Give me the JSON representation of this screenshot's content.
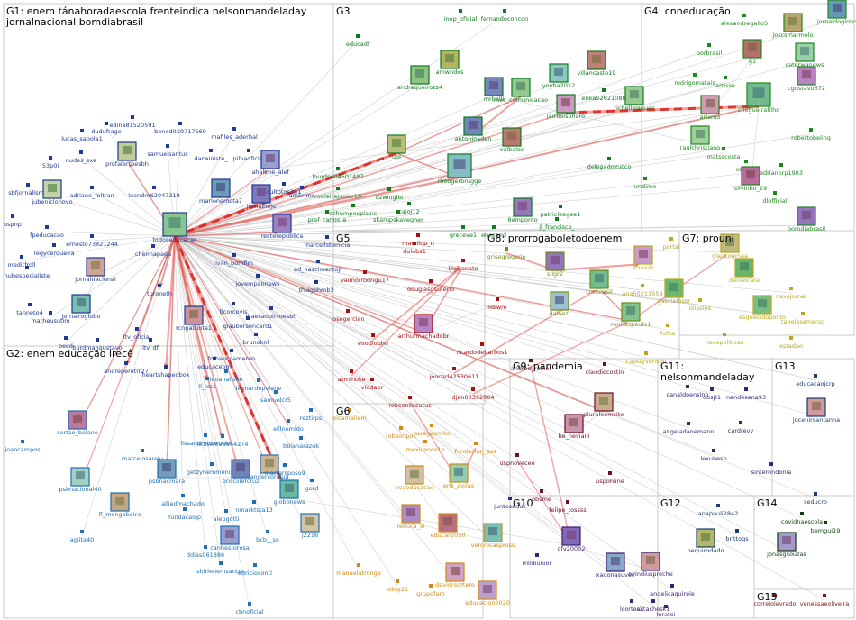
{
  "groups": [
    {
      "id": "G1",
      "title": "G1: enem tánahoradaescola frenteindica nelsonmandeladay",
      "title2": "jornalnacional bomdiabrasil"
    },
    {
      "id": "G2",
      "title": "G2: enem educação irecê",
      "title2": ""
    },
    {
      "id": "G3",
      "title": "G3",
      "title2": ""
    },
    {
      "id": "G4",
      "title": "G4: cnneducação",
      "title2": ""
    },
    {
      "id": "G5",
      "title": "G5",
      "title2": ""
    },
    {
      "id": "G6",
      "title": "G6",
      "title2": ""
    },
    {
      "id": "G7",
      "title": "G7: prouni",
      "title2": ""
    },
    {
      "id": "G8",
      "title": "G8: prorrogaboletodoenem",
      "title2": ""
    },
    {
      "id": "G9",
      "title": "G9: pandemia",
      "title2": ""
    },
    {
      "id": "G10",
      "title": "G10",
      "title2": ""
    },
    {
      "id": "G11",
      "title": "G11:",
      "title2": "nelsonmandeladay"
    },
    {
      "id": "G12",
      "title": "G12",
      "title2": ""
    },
    {
      "id": "G13",
      "title": "G13",
      "title2": ""
    },
    {
      "id": "G14",
      "title": "G14",
      "title2": ""
    },
    {
      "id": "G15",
      "title": "G15",
      "title2": ""
    }
  ],
  "group_colors": {
    "G1": "#1f3a93",
    "G2": "#1f6fb2",
    "G3": "#107a1e",
    "G4": "#1d8a1d",
    "G5": "#a80f12",
    "G6": "#d28a12",
    "G7": "#b8a81a",
    "G8": "#6d8f12",
    "G9": "#6a0f2b",
    "G10": "#3c1f7a",
    "G11": "#2a2a7a",
    "G12": "#1a3e6e",
    "G13": "#1a3e6e",
    "G14": "#0f3d0f",
    "G15": "#7a1818"
  },
  "nodes": [
    {
      "label": "todoseducacao",
      "group": "G1"
    },
    {
      "label": "chennapaga",
      "group": "G1"
    },
    {
      "label": "jornalnacional",
      "group": "G1"
    },
    {
      "label": "jornalhoje",
      "group": "G1"
    },
    {
      "label": "recterepublica",
      "group": "G1"
    },
    {
      "label": "profalertbesbh",
      "group": "G1"
    },
    {
      "label": "benedit19717669",
      "group": "G1"
    },
    {
      "label": "edina81520591",
      "group": "G1"
    },
    {
      "label": "dudufrage",
      "group": "G1"
    },
    {
      "label": "lucas_sabola1",
      "group": "G1"
    },
    {
      "label": "nudes_exe",
      "group": "G1"
    },
    {
      "label": "53p0i",
      "group": "G1"
    },
    {
      "label": "sbfjornalismo",
      "group": "G1"
    },
    {
      "label": "jubeniclonovo",
      "group": "G1"
    },
    {
      "label": "adriane_foltran",
      "group": "G1"
    },
    {
      "label": "leandro62047319",
      "group": "G1"
    },
    {
      "label": "samuelsantus",
      "group": "G1"
    },
    {
      "label": "darwiniste_",
      "group": "G1"
    },
    {
      "label": "mafiles_aderbal",
      "group": "G1"
    },
    {
      "label": "pilhaoficial",
      "group": "G1"
    },
    {
      "label": "marlenemota7",
      "group": "G1"
    },
    {
      "label": "uspnp",
      "group": "G1"
    },
    {
      "label": "fpeducacao",
      "group": "G1"
    },
    {
      "label": "hubespecialiste",
      "group": "G1"
    },
    {
      "label": "ernesto73821244",
      "group": "G1"
    },
    {
      "label": "regycerqueira",
      "group": "G1"
    },
    {
      "label": "meditfroll",
      "group": "G1"
    },
    {
      "label": "tanneto4",
      "group": "G1"
    },
    {
      "label": "matheusutim",
      "group": "G1"
    },
    {
      "label": "jornalroglobo",
      "group": "G1"
    },
    {
      "label": "oecd",
      "group": "G1"
    },
    {
      "label": "burdmangustavo",
      "group": "G1"
    },
    {
      "label": "turoneth",
      "group": "G1"
    },
    {
      "label": "rcnpatriota1",
      "group": "G1"
    },
    {
      "label": "ltv_oficial",
      "group": "G1"
    },
    {
      "label": "ltv_df",
      "group": "G1"
    },
    {
      "label": "andreperetrr27",
      "group": "G1"
    },
    {
      "label": "heartshapedbox",
      "group": "G1"
    },
    {
      "label": "ivan_bomfim",
      "group": "G1"
    },
    {
      "label": "jovempannews",
      "group": "G1"
    },
    {
      "label": "ltcorcovis",
      "group": "G1"
    },
    {
      "label": "glaubersoncard1",
      "group": "G1"
    },
    {
      "label": "brunoknl",
      "group": "G1"
    },
    {
      "label": "diaesaopinioesbh",
      "group": "G1"
    },
    {
      "label": "folhaoccamerao",
      "group": "G1"
    },
    {
      "label": "educaceom",
      "group": "G1"
    },
    {
      "label": "marcellsbenicia",
      "group": "G1"
    },
    {
      "label": "ed_nascimentojr",
      "group": "G1"
    },
    {
      "label": "thiagohmb3",
      "group": "G1"
    },
    {
      "label": "ahalime_alef",
      "group": "G1"
    },
    {
      "label": "cultptos101",
      "group": "G1"
    },
    {
      "label": "amorimc",
      "group": "G1"
    },
    {
      "label": "educadf",
      "group": "G3"
    },
    {
      "label": "inep_oficial",
      "group": "G3"
    },
    {
      "label": "fernandoconcon",
      "group": "G3"
    },
    {
      "label": "amwndxs",
      "group": "G3"
    },
    {
      "label": "andrequeirozz4",
      "group": "G3"
    },
    {
      "label": "mec_comunicacao",
      "group": "G3"
    },
    {
      "label": "mrbelli",
      "group": "G3"
    },
    {
      "label": "antonioaden",
      "group": "G3"
    },
    {
      "label": "valbeloc",
      "group": "G3"
    },
    {
      "label": "uol",
      "group": "G3"
    },
    {
      "label": "lourdes04501487",
      "group": "G3"
    },
    {
      "label": "moreirajunior16",
      "group": "G3"
    },
    {
      "label": "dzwinglio",
      "group": "G3"
    },
    {
      "label": "cajoj12",
      "group": "G3"
    },
    {
      "label": "rhoogerbrugge",
      "group": "G3"
    },
    {
      "label": "schumpexplains",
      "group": "G3"
    },
    {
      "label": "skarupskavegner",
      "group": "G3"
    },
    {
      "label": "prof_carlos_e",
      "group": "G3"
    },
    {
      "label": "greceve1",
      "group": "G3"
    },
    {
      "label": "enecand",
      "group": "G3"
    },
    {
      "label": "8emponto",
      "group": "G3"
    },
    {
      "label": "patricleegee1",
      "group": "G3"
    },
    {
      "label": "jl_francisco_",
      "group": "G3"
    },
    {
      "label": "erika52621088",
      "group": "G3"
    },
    {
      "label": "ynyha2012",
      "group": "G3"
    },
    {
      "label": "villancaste19",
      "group": "G3"
    },
    {
      "label": "richellyjaques",
      "group": "G3"
    },
    {
      "label": "jairbolsonaro",
      "group": "G3"
    },
    {
      "label": "delegadozucco",
      "group": "G3"
    },
    {
      "label": "alexandregalloS",
      "group": "G4"
    },
    {
      "label": "jornaldoglobo",
      "group": "G4"
    },
    {
      "label": "joscsmarmelo",
      "group": "G4"
    },
    {
      "label": "porbrasil",
      "group": "G4"
    },
    {
      "label": "g1",
      "group": "G4"
    },
    {
      "label": "caterwanews",
      "group": "G4"
    },
    {
      "label": "rodrigomatais",
      "group": "G4"
    },
    {
      "label": "arrisse",
      "group": "G4"
    },
    {
      "label": "cgustavo672",
      "group": "G4"
    },
    {
      "label": "arlamo",
      "group": "G4"
    },
    {
      "label": "cnoguelrafilho",
      "group": "G4"
    },
    {
      "label": "robertobeling",
      "group": "G4"
    },
    {
      "label": "raulchristiano",
      "group": "G4"
    },
    {
      "label": "matsscosta",
      "group": "G4"
    },
    {
      "label": "caca_lr",
      "group": "G4"
    },
    {
      "label": "adrianorp1983",
      "group": "G4"
    },
    {
      "label": "undime",
      "group": "G4"
    },
    {
      "label": "silvinho_29",
      "group": "G4"
    },
    {
      "label": "dlofficial",
      "group": "G4"
    },
    {
      "label": "bomdiabrasil",
      "group": "G4"
    },
    {
      "label": "marcilop_rj",
      "group": "G5"
    },
    {
      "label": "dulobs1",
      "group": "G5"
    },
    {
      "label": "valmorrodrigu17",
      "group": "G5"
    },
    {
      "label": "douglasgsuterio",
      "group": "G5"
    },
    {
      "label": "ljlgfrenato",
      "group": "G5"
    },
    {
      "label": "josegercian",
      "group": "G5"
    },
    {
      "label": "lidiwre",
      "group": "G5"
    },
    {
      "label": "evodiophn",
      "group": "G5"
    },
    {
      "label": "arthurmachadobr",
      "group": "G5"
    },
    {
      "label": "ricardodebarbos1",
      "group": "G5"
    },
    {
      "label": "azmihoke",
      "group": "G5"
    },
    {
      "label": "viddabr",
      "group": "G5"
    },
    {
      "label": "joocarl42530611",
      "group": "G5"
    },
    {
      "label": "djan00392004",
      "group": "G5"
    },
    {
      "label": "robsonsocutus",
      "group": "G5"
    },
    {
      "label": "grisegregorio",
      "group": "G8"
    },
    {
      "label": "silgr2",
      "group": "G8"
    },
    {
      "label": "cnnbrasil",
      "group": "G8"
    },
    {
      "label": "dalnezi",
      "group": "G8"
    },
    {
      "label": "ronildopaulo1",
      "group": "G8"
    },
    {
      "label": "portal",
      "group": "G7"
    },
    {
      "label": "glaucoamaa",
      "group": "G7"
    },
    {
      "label": "fcuuuh",
      "group": "G7"
    },
    {
      "label": "ana50211558",
      "group": "G7"
    },
    {
      "label": "gabrielbsor",
      "group": "G7"
    },
    {
      "label": "olisoles",
      "group": "G7"
    },
    {
      "label": "danieicara",
      "group": "G7"
    },
    {
      "label": "nexojornal",
      "group": "G7"
    },
    {
      "label": "tabelasemerso",
      "group": "G7"
    },
    {
      "label": "esquecidoponto",
      "group": "G7"
    },
    {
      "label": "estadao",
      "group": "G7"
    },
    {
      "label": "folha",
      "group": "G7"
    },
    {
      "label": "nexopoliticas",
      "group": "G7"
    },
    {
      "label": "capstyvenson",
      "group": "G7"
    },
    {
      "label": "andrea_rainel",
      "group": "G9"
    },
    {
      "label": "claudiocostin",
      "group": "G9"
    },
    {
      "label": "pluraleemsite",
      "group": "G9"
    },
    {
      "label": "be_neviani",
      "group": "G9"
    },
    {
      "label": "usponline",
      "group": "G9"
    },
    {
      "label": "uspnoveceo",
      "group": "G9"
    },
    {
      "label": "obsme",
      "group": "G9"
    },
    {
      "label": "felipe_tossss",
      "group": "G9"
    },
    {
      "label": "canaldoensino",
      "group": "G11"
    },
    {
      "label": "dosjt1",
      "group": "G11"
    },
    {
      "label": "nendesena93",
      "group": "G11"
    },
    {
      "label": "angeladanemann",
      "group": "G11"
    },
    {
      "label": "cardrevy",
      "group": "G11"
    },
    {
      "label": "lexunesp",
      "group": "G11"
    },
    {
      "label": "sinterondonia",
      "group": "G11"
    },
    {
      "label": "educacaojcrp",
      "group": "G13"
    },
    {
      "label": "jocenirsantanna",
      "group": "G13"
    },
    {
      "label": "seducro",
      "group": "G13"
    },
    {
      "label": "anapauli2842",
      "group": "G12"
    },
    {
      "label": "brittogs",
      "group": "G12"
    },
    {
      "label": "pequirodado",
      "group": "G12"
    },
    {
      "label": "covidnaescola",
      "group": "G14"
    },
    {
      "label": "bemgui19",
      "group": "G14"
    },
    {
      "label": "jonasgsouzas",
      "group": "G14"
    },
    {
      "label": "correlolevrado",
      "group": "G15"
    },
    {
      "label": "venessaeoliveira",
      "group": "G15"
    },
    {
      "label": "juntoseduc",
      "group": "G10"
    },
    {
      "label": "gfv20002",
      "group": "G10"
    },
    {
      "label": "lcortes2",
      "group": "G10"
    },
    {
      "label": "estachesk1",
      "group": "G10"
    },
    {
      "label": "loratoi",
      "group": "G10"
    },
    {
      "label": "angelicaguirele",
      "group": "G10"
    },
    {
      "label": "ovindiuspreche",
      "group": "G10"
    },
    {
      "label": "xadonasuvec",
      "group": "G10"
    },
    {
      "label": "mlldiunior",
      "group": "G10"
    },
    {
      "label": "veronicaspross",
      "group": "G6"
    },
    {
      "label": "educacion2020",
      "group": "G6"
    },
    {
      "label": "davidrsortero",
      "group": "G6"
    },
    {
      "label": "grupofaro",
      "group": "G6"
    },
    {
      "label": "eduy21",
      "group": "G6"
    },
    {
      "label": "educar2050",
      "group": "G6"
    },
    {
      "label": "reduca_al",
      "group": "G6"
    },
    {
      "label": "evaeducacao",
      "group": "G6"
    },
    {
      "label": "erik_avilas",
      "group": "G6"
    },
    {
      "label": "fundacion_exe",
      "group": "G6"
    },
    {
      "label": "mexicanos1o",
      "group": "G6"
    },
    {
      "label": "ruvagcomito",
      "group": "G6"
    },
    {
      "label": "manuelatronge",
      "group": "G6"
    },
    {
      "label": "elcamaliem",
      "group": "G6"
    },
    {
      "label": "robsonpoli",
      "group": "G6"
    },
    {
      "label": "joaocampos",
      "group": "G2"
    },
    {
      "label": "sertao_belano",
      "group": "G2"
    },
    {
      "label": "psbnacional40",
      "group": "G2"
    },
    {
      "label": "agiita40",
      "group": "G2"
    },
    {
      "label": "fl_mengabeira",
      "group": "G2"
    },
    {
      "label": "psbnacmara",
      "group": "G2"
    },
    {
      "label": "marcelosarelu",
      "group": "G2"
    },
    {
      "label": "alliedmachado",
      "group": "G2"
    },
    {
      "label": "fundacaojp",
      "group": "G2"
    },
    {
      "label": "getzyhemmendis",
      "group": "G2"
    },
    {
      "label": "priscillefcruz",
      "group": "G2"
    },
    {
      "label": "alepgotti",
      "group": "G2"
    },
    {
      "label": "nmarktsta13",
      "group": "G2"
    },
    {
      "label": "globonews",
      "group": "G2"
    },
    {
      "label": "andersondua",
      "group": "G2"
    },
    {
      "label": "bcb__so",
      "group": "G2"
    },
    {
      "label": "j2216",
      "group": "G2"
    },
    {
      "label": "ddias061886",
      "group": "G2"
    },
    {
      "label": "canhestorosa",
      "group": "G2"
    },
    {
      "label": "shirlenemsantos",
      "group": "G2"
    },
    {
      "label": "euriciocontl",
      "group": "G2"
    },
    {
      "label": "cbnoficial",
      "group": "G2"
    },
    {
      "label": "llssandromarcelo",
      "group": "G2"
    },
    {
      "label": "liczsenl95664274",
      "group": "G2"
    },
    {
      "label": "ll_loss",
      "group": "G2"
    },
    {
      "label": "leoanalisee",
      "group": "G2"
    },
    {
      "label": "leonardopviane",
      "group": "G2"
    },
    {
      "label": "samuelcr5",
      "group": "G2"
    },
    {
      "label": "reztirps",
      "group": "G2"
    },
    {
      "label": "elllnemldo",
      "group": "G2"
    },
    {
      "label": "bblanarazuk",
      "group": "G2"
    },
    {
      "label": "martarsposo9",
      "group": "G2"
    },
    {
      "label": "gord",
      "group": "G2"
    }
  ]
}
